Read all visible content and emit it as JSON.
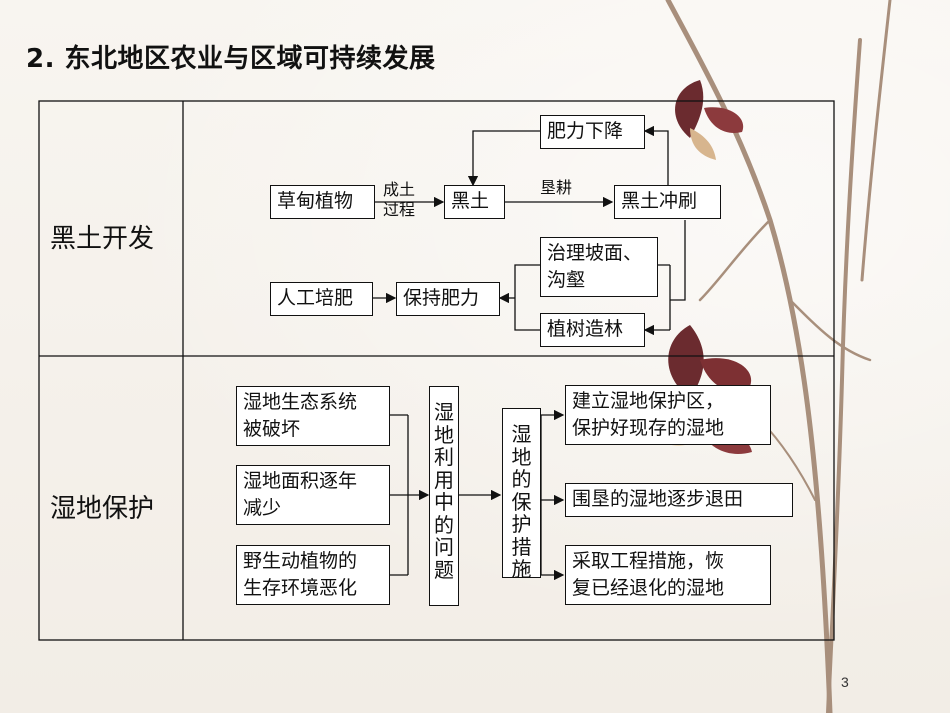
{
  "title": "2. 东北地区农业与区域可持续发展",
  "page_number": "3",
  "sections": {
    "black_soil": {
      "label": "黑土开发",
      "nodes": {
        "vegetation": "草甸植物",
        "process": "成土\n过程",
        "black_soil": "黑土",
        "reclaim": "垦耕",
        "erosion": "黑土冲刷",
        "fertility_decline": "肥力下降",
        "slope_control": "治理坡面、\n沟壑",
        "afforestation": "植树造林",
        "keep_fertility": "保持肥力",
        "manure": "人工培肥"
      }
    },
    "wetland": {
      "label": "湿地保护",
      "problems": [
        "湿地生态系统\n被破坏",
        "湿地面积逐年\n减少",
        "野生动植物的\n生存环境恶化"
      ],
      "issue_box": "湿地利用中的问题",
      "measure_box": "湿地的保护措施",
      "measures": [
        "建立湿地保护区，\n保护好现存的湿地",
        "围垦的湿地逐步退田",
        "采取工程措施，恢\n复已经退化的湿地"
      ]
    }
  }
}
